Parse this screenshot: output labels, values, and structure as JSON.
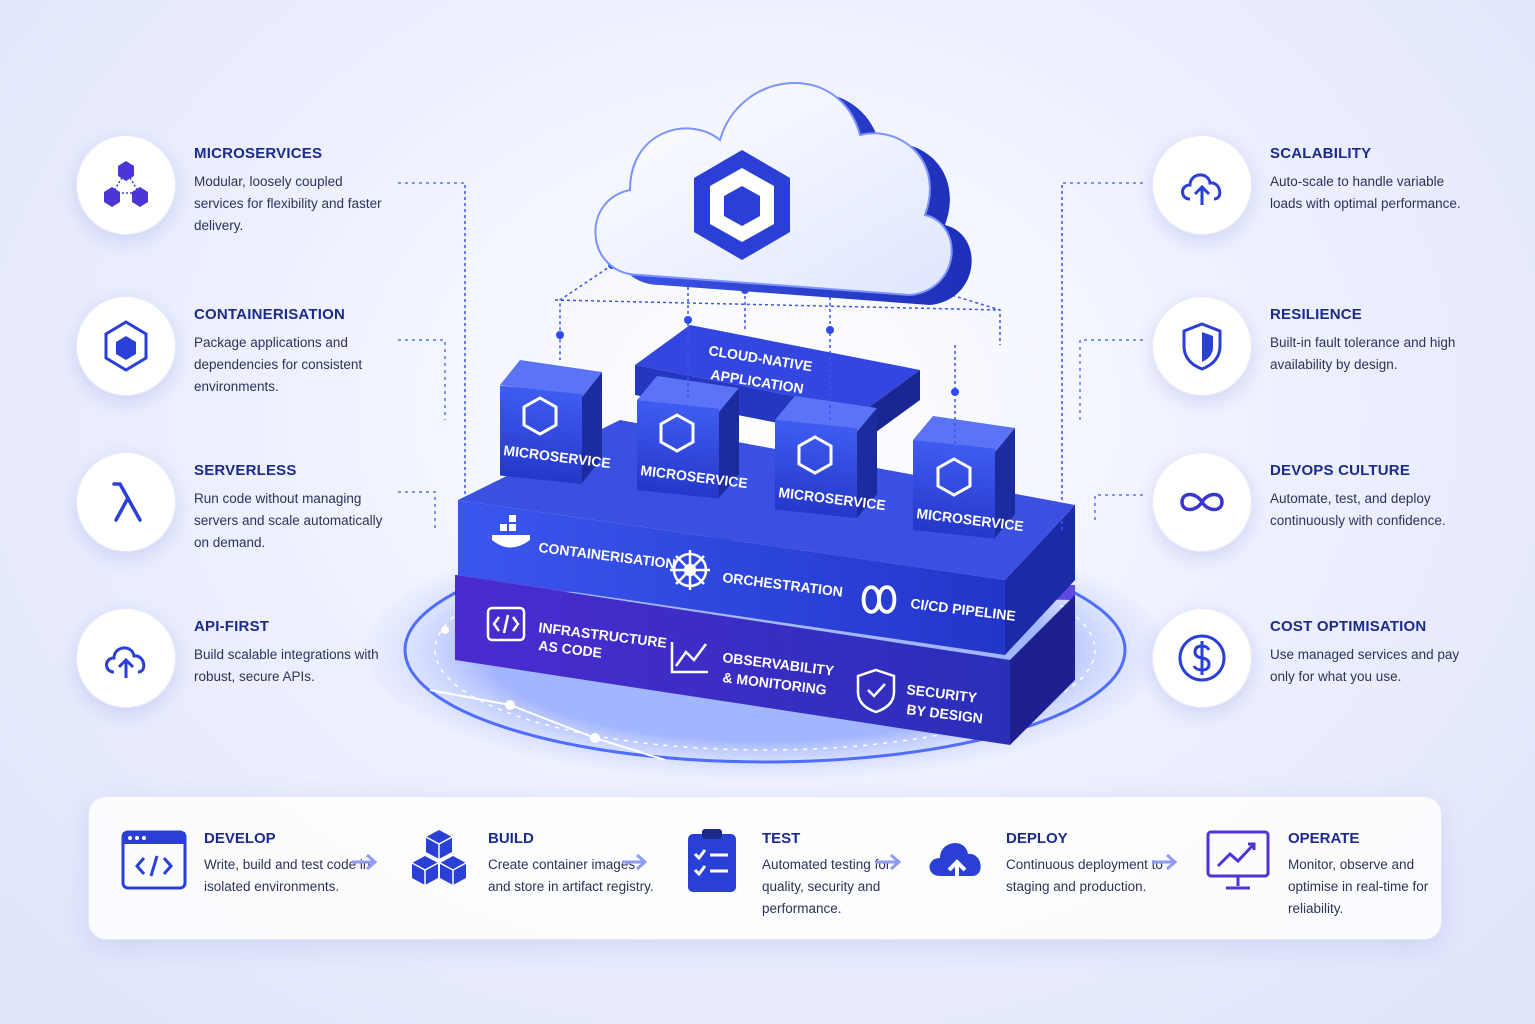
{
  "center": {
    "app_title_line1": "CLOUD-NATIVE",
    "app_title_line2": "APPLICATION",
    "microservice_label": "MICROSERVICE",
    "layer_top": [
      {
        "label": "CONTAINERISATION",
        "icon": "docker-whale-icon"
      },
      {
        "label": "ORCHESTRATION",
        "icon": "helm-wheel-icon"
      },
      {
        "label": "CI/CD PIPELINE",
        "icon": "infinity-icon"
      }
    ],
    "layer_bottom": [
      {
        "label1": "INFRASTRUCTURE",
        "label2": "AS CODE",
        "icon": "code-brackets-icon"
      },
      {
        "label1": "OBSERVABILITY",
        "label2": "& MONITORING",
        "icon": "trend-chart-icon"
      },
      {
        "label1": "SECURITY",
        "label2": "BY DESIGN",
        "icon": "shield-check-icon"
      }
    ]
  },
  "features_left": [
    {
      "title": "MICROSERVICES",
      "desc": "Modular, loosely coupled services for flexibility and faster delivery.",
      "icon": "cubes-network-icon"
    },
    {
      "title": "CONTAINERISATION",
      "desc": "Package applications and dependencies for consistent environments.",
      "icon": "hex-cube-icon"
    },
    {
      "title": "SERVERLESS",
      "desc": "Run code without managing servers and scale automatically on demand.",
      "icon": "lambda-icon"
    },
    {
      "title": "API-FIRST",
      "desc": "Build scalable integrations with robust, secure APIs.",
      "icon": "cloud-upload-icon"
    }
  ],
  "features_right": [
    {
      "title": "SCALABILITY",
      "desc": "Auto-scale to handle variable loads with optimal performance.",
      "icon": "cloud-arrow-up-icon"
    },
    {
      "title": "RESILIENCE",
      "desc": "Built-in fault tolerance and high availability by design.",
      "icon": "shield-icon"
    },
    {
      "title": "DEVOPS CULTURE",
      "desc": "Automate, test, and deploy continuously with confidence.",
      "icon": "infinity-icon"
    },
    {
      "title": "COST OPTIMISATION",
      "desc": "Use managed services and pay only for what you use.",
      "icon": "dollar-icon"
    }
  ],
  "pipeline": [
    {
      "title": "DEVELOP",
      "desc": "Write, build and test code in isolated environments.",
      "icon": "code-window-icon"
    },
    {
      "title": "BUILD",
      "desc": "Create container images and store in artifact registry.",
      "icon": "stacked-cubes-icon"
    },
    {
      "title": "TEST",
      "desc": "Automated testing for quality, security and performance.",
      "icon": "checklist-clipboard-icon"
    },
    {
      "title": "DEPLOY",
      "desc": "Continuous deployment to staging and production.",
      "icon": "cloud-deploy-icon"
    },
    {
      "title": "OPERATE",
      "desc": "Monitor, observe and optimise in real-time for reliability.",
      "icon": "monitor-chart-icon"
    }
  ],
  "colors": {
    "primary": "#2a3fd6",
    "deep": "#1c2a8a",
    "violet": "#4b2bc9",
    "glow": "#7db2ff"
  }
}
